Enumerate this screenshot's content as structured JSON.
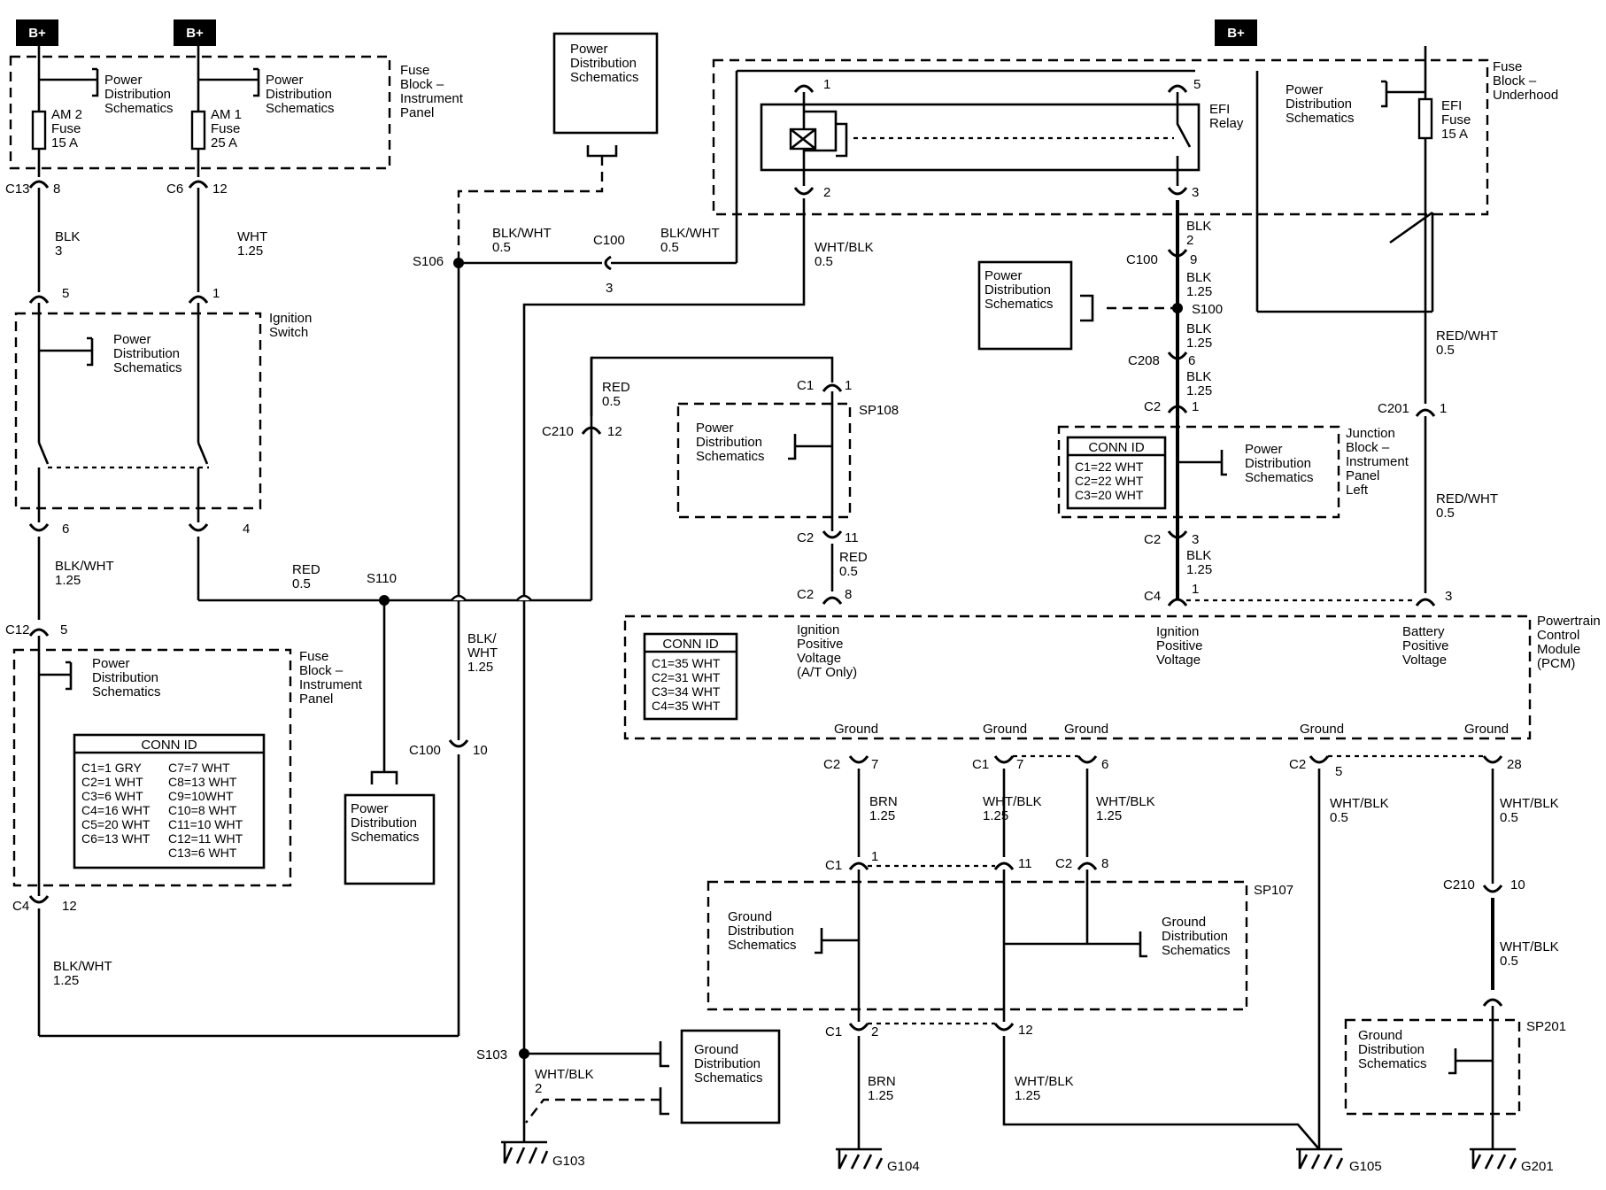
{
  "bplus": [
    "B+",
    "B+",
    "B+"
  ],
  "fuses": {
    "am2": [
      "AM 2",
      "Fuse",
      "15 A"
    ],
    "am1": [
      "AM 1",
      "Fuse",
      "25 A"
    ],
    "efi": [
      "EFI",
      "Fuse",
      "15 A"
    ]
  },
  "components": {
    "fuse_block_ip": [
      "Fuse",
      "Block –",
      "Instrument",
      "Panel"
    ],
    "fuse_block_ip_2": [
      "Fuse",
      "Block –",
      "Instrument",
      "Panel"
    ],
    "fuse_block_underhood": [
      "Fuse",
      "Block –",
      "Underhood"
    ],
    "ignition_switch": [
      "Ignition",
      "Switch"
    ],
    "efi_relay": [
      "EFI",
      "Relay"
    ],
    "junction_block": [
      "Junction",
      "Block –",
      "Instrument",
      "Panel",
      "Left"
    ],
    "pcm": [
      "Powertrain",
      "Control",
      "Module",
      "(PCM)"
    ]
  },
  "ref_labels": {
    "power_distribution": [
      "Power",
      "Distribution",
      "Schematics"
    ],
    "ground_distribution": [
      "Ground",
      "Distribution",
      "Schematics"
    ]
  },
  "pcm_inputs": {
    "ignition_at": [
      "Ignition",
      "Positive",
      "Voltage",
      "(A/T Only)"
    ],
    "ignition": [
      "Ignition",
      "Positive",
      "Voltage"
    ],
    "battery": [
      "Battery",
      "Positive",
      "Voltage"
    ]
  },
  "conn_id_fuse_block": {
    "title": "CONN ID",
    "left": [
      "C1=1 GRY",
      "C2=1 WHT",
      "C3=6 WHT",
      "C4=16 WHT",
      "C5=20 WHT",
      "C6=13 WHT"
    ],
    "right": [
      "C7=7 WHT",
      "C8=13 WHT",
      "C9=10WHT",
      "C10=8 WHT",
      "C11=10 WHT",
      "C12=11 WHT",
      "C13=6 WHT"
    ]
  },
  "conn_id_junction": {
    "title": "CONN ID",
    "rows": [
      "C1=22 WHT",
      "C2=22 WHT",
      "C3=20 WHT"
    ]
  },
  "conn_id_pcm": {
    "title": "CONN ID",
    "rows": [
      "C1=35 WHT",
      "C2=31 WHT",
      "C3=34 WHT",
      "C4=35 WHT"
    ]
  },
  "splices": [
    "S106",
    "S110",
    "S100",
    "S103",
    "SP108",
    "SP107",
    "SP201"
  ],
  "grounds": [
    "G103",
    "G104",
    "G105",
    "G201"
  ],
  "pcm_grounds": [
    "Ground",
    "Ground",
    "Ground",
    "Ground",
    "Ground"
  ],
  "wires": {
    "blk_3": [
      "BLK",
      "3"
    ],
    "wht_125": [
      "WHT",
      "1.25"
    ],
    "blkwht_125_a": [
      "BLK/WHT",
      "1.25"
    ],
    "blkwht_125_b": [
      "BLK/WHT",
      "1.25"
    ],
    "red_05_a": [
      "RED",
      "0.5"
    ],
    "blkwht_05_a": [
      "BLK/WHT",
      "0.5"
    ],
    "blkwht_05_b": [
      "BLK/WHT",
      "0.5"
    ],
    "blkwht_125_c": [
      "BLK/",
      "WHT",
      "1.25"
    ],
    "whtblk_05_relay": [
      "WHT/BLK",
      "0.5"
    ],
    "red_05_c210": [
      "RED",
      "0.5"
    ],
    "whtblk_2": [
      "WHT/BLK",
      "2"
    ],
    "blk_2": [
      "BLK",
      "2"
    ],
    "blk_125_a": [
      "BLK",
      "1.25"
    ],
    "blk_125_b": [
      "BLK",
      "1.25"
    ],
    "blk_125_c": [
      "BLK",
      "1.25"
    ],
    "blk_125_d": [
      "BLK",
      "1.25"
    ],
    "redwht_05_a": [
      "RED/WHT",
      "0.5"
    ],
    "redwht_05_b": [
      "RED/WHT",
      "0.5"
    ],
    "red_05_sp108": [
      "RED",
      "0.5"
    ],
    "brn_125_a": [
      "BRN",
      "1.25"
    ],
    "brn_125_b": [
      "BRN",
      "1.25"
    ],
    "whtblk_125_a": [
      "WHT/BLK",
      "1.25"
    ],
    "whtblk_125_b": [
      "WHT/BLK",
      "1.25"
    ],
    "whtblk_125_c": [
      "WHT/BLK",
      "1.25"
    ],
    "whtblk_05_g105": [
      "WHT/BLK",
      "0.5"
    ],
    "whtblk_05_c": [
      "WHT/BLK",
      "0.5"
    ],
    "whtblk_05_d": [
      "WHT/BLK",
      "0.5"
    ]
  },
  "connectors": {
    "c13": [
      "C13",
      "8"
    ],
    "c6": [
      "C6",
      "12"
    ],
    "sw5": [
      "5"
    ],
    "sw1": [
      "1"
    ],
    "sw6": [
      "6"
    ],
    "sw4": [
      "4"
    ],
    "c12": [
      "C12",
      "5"
    ],
    "c4l": [
      "C4",
      "12"
    ],
    "c100a": [
      "C100",
      "3"
    ],
    "c100b": [
      "C100",
      "10"
    ],
    "c210a": [
      "C210",
      "12"
    ],
    "r1": [
      "1"
    ],
    "r2": [
      "2"
    ],
    "r5": [
      "5"
    ],
    "r3": [
      "3"
    ],
    "c100c": [
      "C100",
      "9"
    ],
    "c208": [
      "C208",
      "6"
    ],
    "c2jb": [
      "C2",
      "1"
    ],
    "c2jb3": [
      "C2",
      "3"
    ],
    "c4p": [
      "C4",
      "1"
    ],
    "c201": [
      "C201",
      "1"
    ],
    "p3": [
      "3"
    ],
    "c1sp": [
      "C1",
      "1"
    ],
    "c2sp": [
      "C2",
      "11"
    ],
    "c2p8": [
      "C2",
      "8"
    ],
    "c2g7": [
      "C2",
      "7"
    ],
    "c1g7": [
      "C1",
      "7"
    ],
    "g6": [
      "6"
    ],
    "c2g5": [
      "C2",
      "5"
    ],
    "g28": [
      "28"
    ],
    "c1b1": [
      "C1",
      "1"
    ],
    "b11": [
      "11"
    ],
    "c2b8": [
      "C2",
      "8"
    ],
    "c210b": [
      "C210",
      "10"
    ],
    "c1b2": [
      "C1",
      "2"
    ],
    "b12": [
      "12"
    ]
  }
}
